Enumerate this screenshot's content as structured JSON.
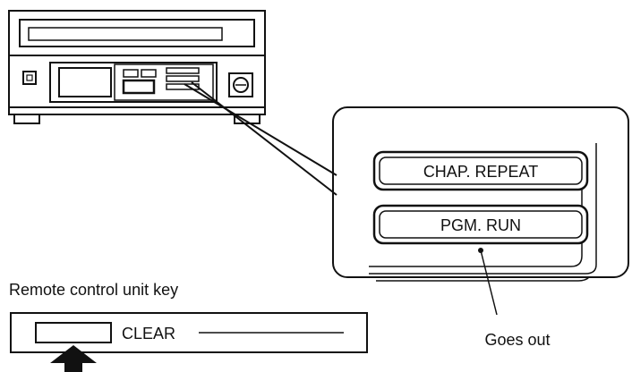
{
  "callout": {
    "indicator_top": "CHAP. REPEAT",
    "indicator_bottom": "PGM. RUN"
  },
  "annotation": {
    "goes_out": "Goes out"
  },
  "remote": {
    "section_label": "Remote control unit key",
    "key_label": "CLEAR"
  },
  "colors": {
    "ink": "#111111",
    "panel_fill": "#ffffff"
  }
}
